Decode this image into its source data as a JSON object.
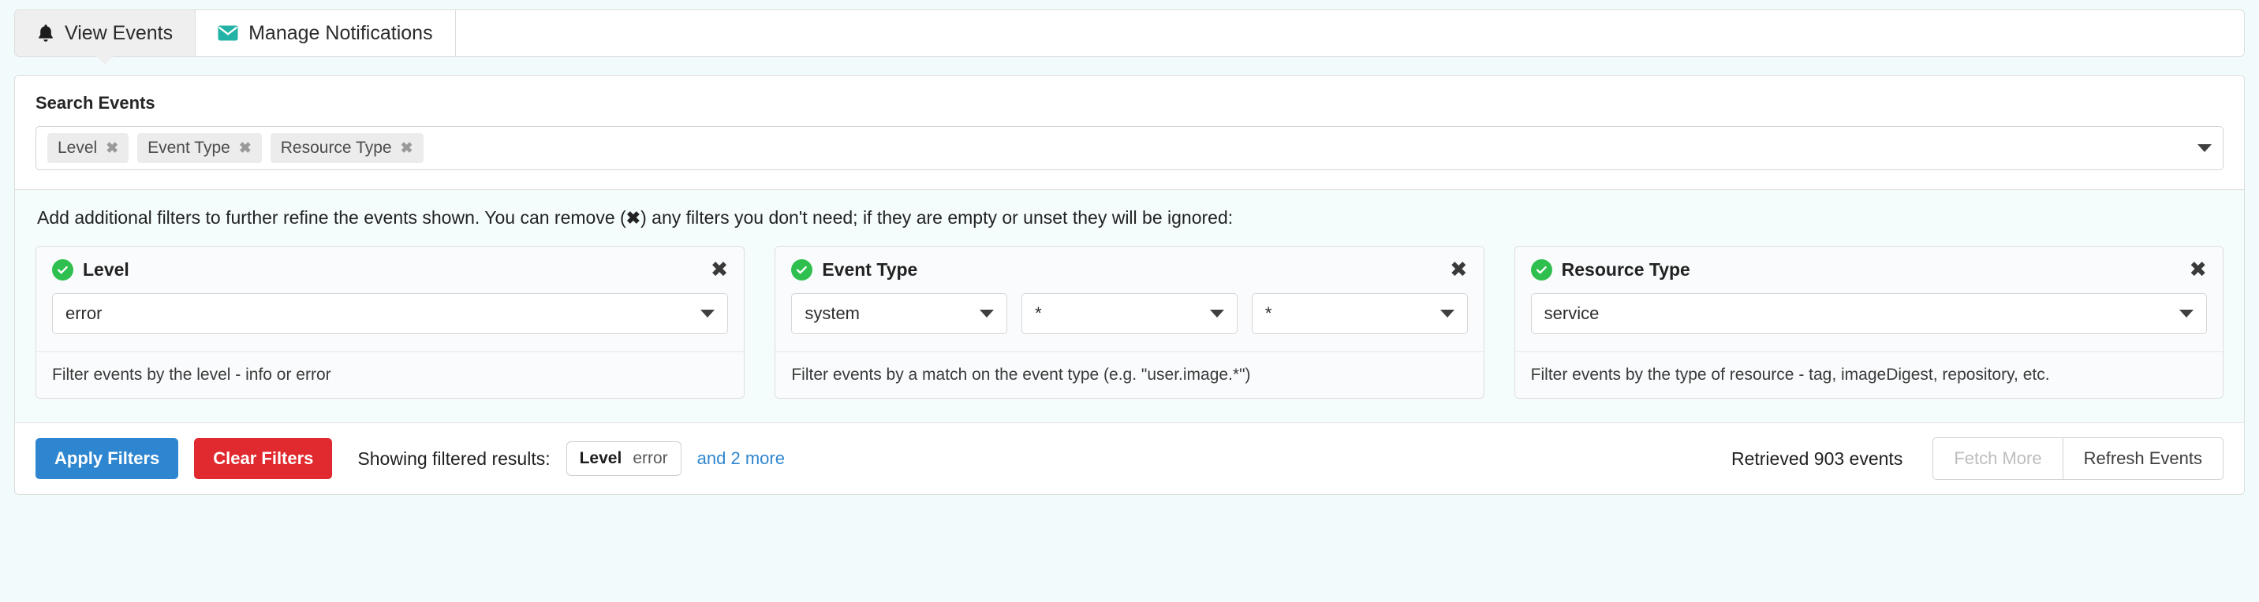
{
  "tabs": [
    {
      "label": "View Events",
      "icon": "bell-icon",
      "active": true
    },
    {
      "label": "Manage Notifications",
      "icon": "envelope-icon",
      "active": false
    }
  ],
  "search": {
    "title": "Search Events",
    "tokens": [
      {
        "label": "Level"
      },
      {
        "label": "Event Type"
      },
      {
        "label": "Resource Type"
      }
    ],
    "remove_glyph": "✖",
    "caret": "dropdown-caret-icon"
  },
  "filters": {
    "help_before": "Add additional filters to further refine the events shown. You can remove (",
    "help_glyph": "✖",
    "help_after": ") any filters you don't need; if they are empty or unset they will be ignored:",
    "close_glyph": "✖",
    "cards": [
      {
        "title": "Level",
        "status_icon": "check-circle-icon",
        "selects": [
          {
            "value": "error"
          }
        ],
        "help": "Filter events by the level - info or error"
      },
      {
        "title": "Event Type",
        "status_icon": "check-circle-icon",
        "selects": [
          {
            "value": "system"
          },
          {
            "value": "*"
          },
          {
            "value": "*"
          }
        ],
        "help": "Filter events by a match on the event type (e.g. \"user.image.*\")"
      },
      {
        "title": "Resource Type",
        "status_icon": "check-circle-icon",
        "selects": [
          {
            "value": "service"
          }
        ],
        "help": "Filter events by the type of resource - tag, imageDigest, repository, etc."
      }
    ]
  },
  "footer": {
    "apply_label": "Apply Filters",
    "clear_label": "Clear Filters",
    "showing_label": "Showing filtered results:",
    "result_chip": {
      "key": "Level",
      "value": "error"
    },
    "more_link": "and 2 more",
    "retrieved": "Retrieved 903 events",
    "fetch_more_label": "Fetch More",
    "refresh_label": "Refresh Events"
  },
  "colors": {
    "page_bg": "#f2fbfb",
    "accent_blue": "#2f86d0",
    "danger_red": "#e02a2f",
    "success_green": "#2fbf4f",
    "teal_icon": "#22b2a6"
  }
}
